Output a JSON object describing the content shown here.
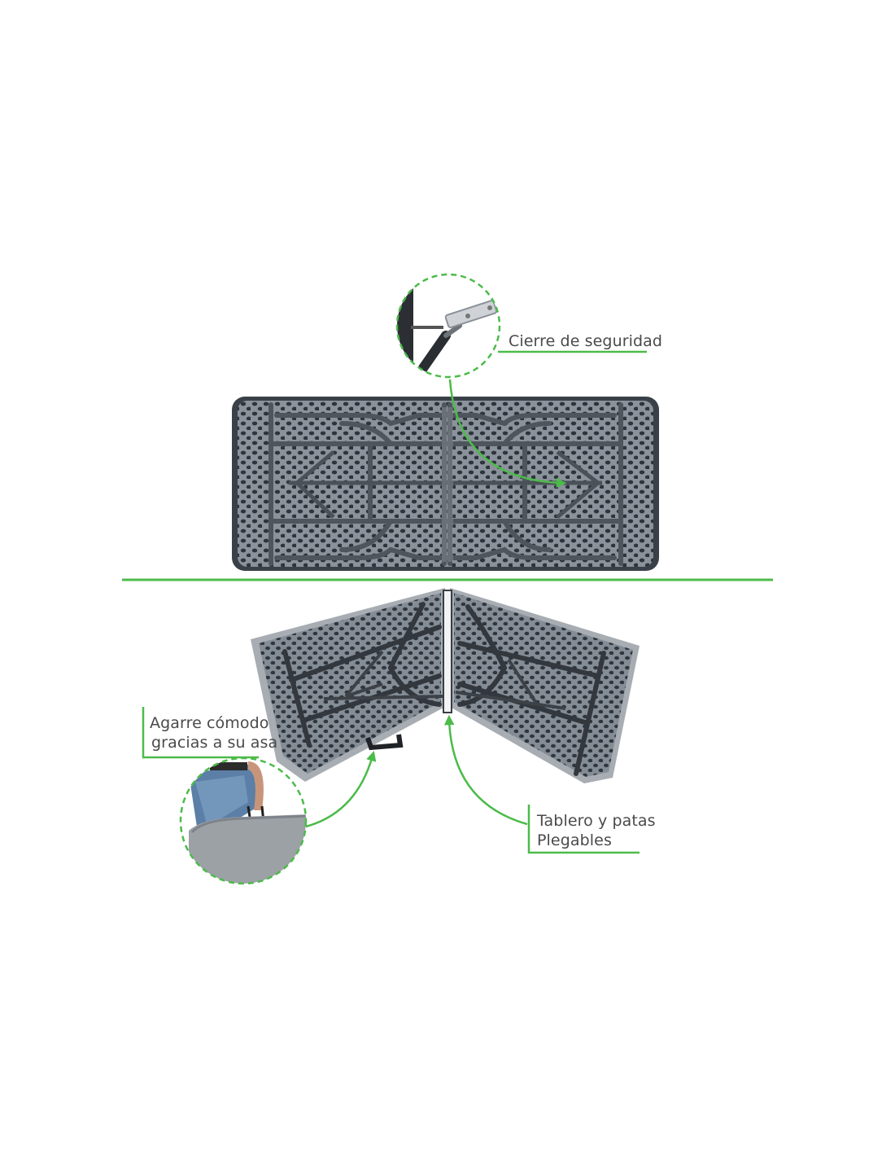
{
  "labels": {
    "safety_lock": "Cierre de seguridad",
    "handle_line1": "Agarre cómodo",
    "handle_line2": "gracias a su asa",
    "folding_line1": "Tablero y patas",
    "folding_line2": "Plegables"
  },
  "colors": {
    "accent": "#4cbb4a",
    "table_surface": "#6c7680",
    "table_frame": "#3b4047",
    "text": "#4a4a4a"
  },
  "icons": {
    "arrow": "green-curved-arrow",
    "callout": "dashed-circle-callout"
  }
}
